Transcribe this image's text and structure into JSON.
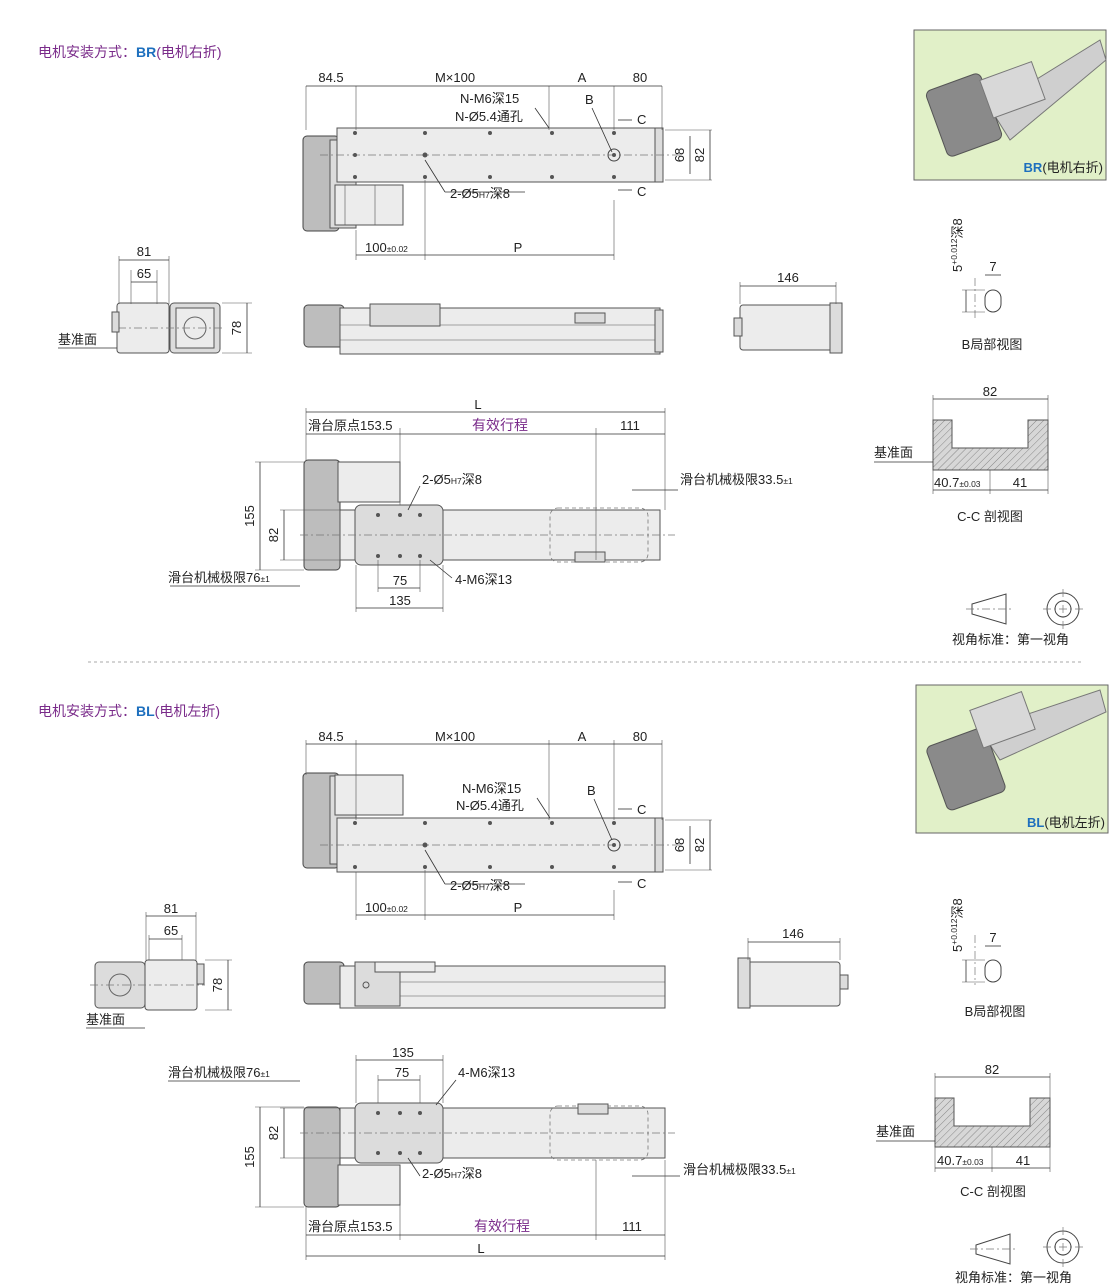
{
  "sections": [
    {
      "title_prefix": "电机安装方式：",
      "title_code": "BR",
      "title_suffix": "(电机右折)",
      "photo_caption_code": "BR",
      "photo_caption_suffix": "(电机右折)"
    },
    {
      "title_prefix": "电机安装方式：",
      "title_code": "BL",
      "title_suffix": "(电机左折)",
      "photo_caption_code": "BL",
      "photo_caption_suffix": "(电机左折)"
    }
  ],
  "dims": {
    "d84_5": "84.5",
    "mx100": "M×100",
    "a": "A",
    "d80": "80",
    "b": "B",
    "c": "C",
    "d68": "68",
    "d82": "82",
    "nm6": "N-M6深15",
    "n54": "N-Ø5.4通孔",
    "pin2": "2-Ø5",
    "pin_tol": "H7",
    "pin_depth": "深8",
    "d100": "100",
    "d100_tol": "±0.02",
    "p": "P",
    "d81": "81",
    "d65": "65",
    "d78": "78",
    "ref_face": "基准面",
    "d146": "146",
    "l": "L",
    "origin": "滑台原点153.5",
    "stroke": "有效行程",
    "d111": "111",
    "limit_r": "滑台机械极限33.5",
    "limit_r_tol": "±1",
    "limit_l": "滑台机械极限76",
    "limit_l_tol": "±1",
    "d155": "155",
    "d75": "75",
    "d135": "135",
    "m6_13": "4-M6深13",
    "detail_b_depth": "5",
    "detail_b_tol_up": "+0.012",
    "detail_b_tol_low": "0",
    "detail_b_depth_suffix": "深8",
    "detail_b_width": "7",
    "detail_b_caption": "B局部视图",
    "cc_width": "82",
    "cc_ref": "基准面",
    "cc_left": "40.7",
    "cc_left_tol": "±0.03",
    "cc_right": "41",
    "cc_caption": "C-C 剖视图",
    "view_standard": "视角标准：第一视角"
  }
}
